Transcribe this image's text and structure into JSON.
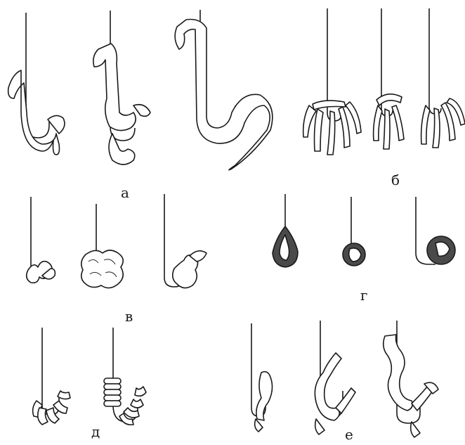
{
  "panels": {
    "a": {
      "label": "а"
    },
    "b": {
      "label": "б"
    },
    "v": {
      "label": "в"
    },
    "g": {
      "label": "г"
    },
    "d": {
      "label": "д"
    },
    "e": {
      "label": "е"
    }
  },
  "colors": {
    "ink": "#1a1a1a",
    "paper": "#ffffff"
  }
}
